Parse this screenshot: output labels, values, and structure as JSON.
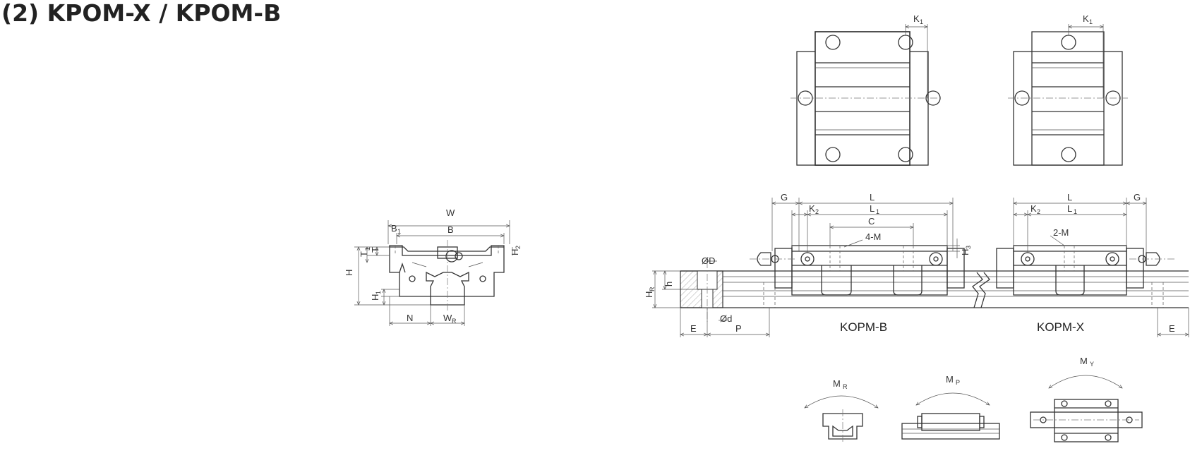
{
  "title": "(2) KPOM-X / KPOM-B",
  "section_view": {
    "labels": {
      "W": "W",
      "B1": "B",
      "B1_sub": "1",
      "B": "B",
      "T1": "T",
      "T1_sub": "1",
      "T": "T",
      "H2": "H",
      "H2_sub": "2",
      "H": "H",
      "H1": "H",
      "H1_sub": "1",
      "N": "N",
      "WR": "W",
      "WR_sub": "R"
    }
  },
  "top_view": {
    "K1_left": "K",
    "K1_right": "K",
    "K_sub": "1"
  },
  "side_view": {
    "G_left": "G",
    "G_right": "G",
    "L_left": "L",
    "L_right": "L",
    "L1_left": "L",
    "L1_right": "L",
    "L1_sub": "1",
    "K2_left": "K",
    "K2_right": "K",
    "K2_sub": "2",
    "C": "C",
    "four_M": "4-M",
    "two_M": "2-M",
    "H3": "H",
    "H3_sub": "3",
    "phiD": "ØD",
    "phid": "Ød",
    "h": "h",
    "HR": "H",
    "HR_sub": "R",
    "E_left": "E",
    "E_right": "E",
    "P": "P",
    "model_b": "KOPM-B",
    "model_x": "KOPM-X"
  },
  "moments": {
    "MR": "M",
    "MR_sub": "R",
    "MP": "M",
    "MP_sub": "P",
    "MY": "M",
    "MY_sub": "Y"
  }
}
